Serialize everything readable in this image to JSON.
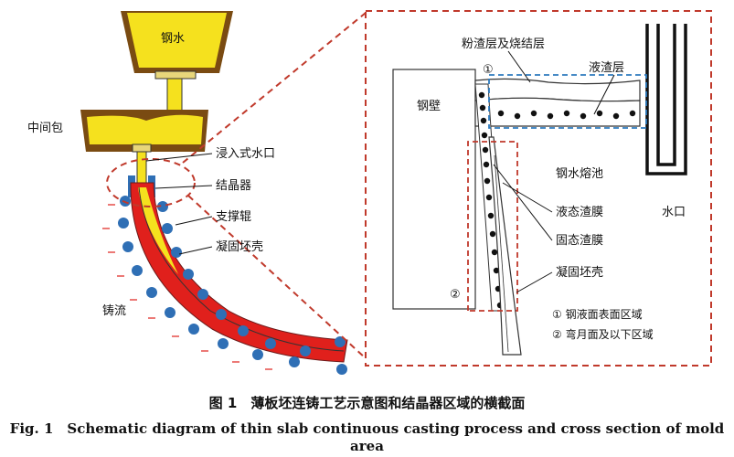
{
  "left": {
    "ladle": "钢水",
    "tundish": "中间包",
    "sen": "浸入式水口",
    "mold": "结晶器",
    "rolls": "支撑辊",
    "shell": "凝固坯壳",
    "strand": "铸流"
  },
  "right": {
    "marker1": "①",
    "marker2": "②",
    "wall": "钢壁",
    "powder": "粉渣层及烧结层",
    "liquid_slag": "液渣层",
    "pool": "钢水熔池",
    "nozzle": "水口",
    "liquid_film": "液态渣膜",
    "solid_film": "固态渣膜",
    "shell": "凝固坯壳",
    "legend1": "① 钢液面表面区域",
    "legend2": "② 弯月面及以下区域"
  },
  "caption": {
    "zh": "图 1　薄板坯连铸工艺示意图和结晶器区域的横截面",
    "en": "Fig. 1　Schematic diagram of thin slab continuous casting process and cross section of mold area"
  },
  "colors": {
    "slag_yellow": "#f5e11e",
    "ladle_brown": "#7a4b12",
    "strand_red": "#e0201c",
    "roll_blue": "#2f6fb5",
    "dash_red": "#c0392b",
    "dash_blue": "#2e7bbf"
  }
}
